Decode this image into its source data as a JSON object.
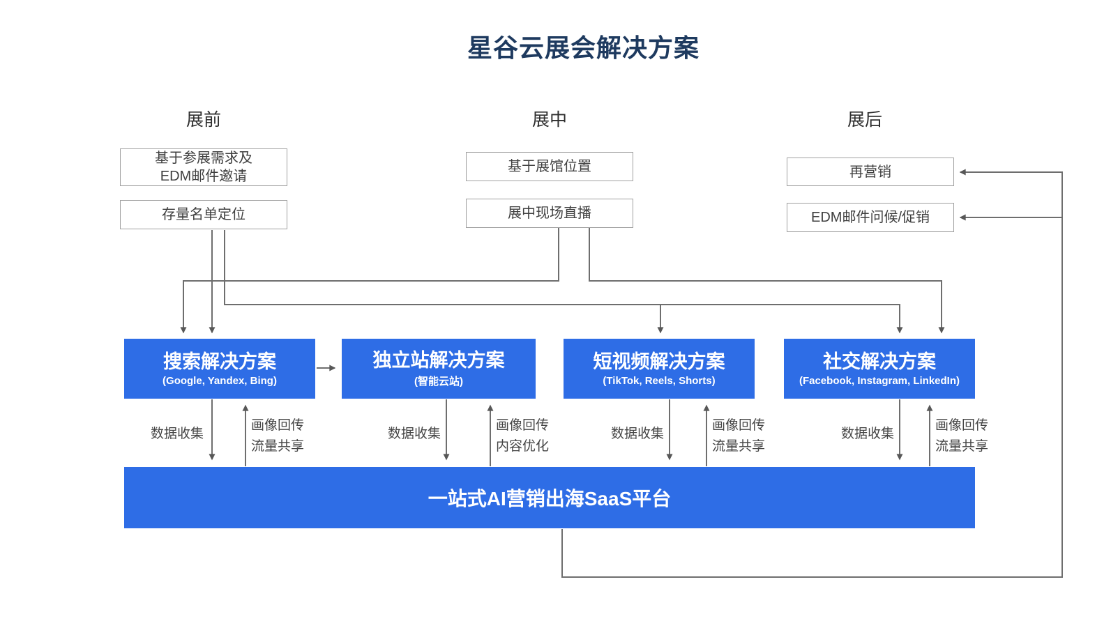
{
  "title": "星谷云展会解决方案",
  "colors": {
    "accent_blue": "#2e6de6",
    "title_navy": "#1e3a5f",
    "connector_gray": "#6e6e6e",
    "box_border_gray": "#a0a0a0"
  },
  "stages": [
    {
      "label": "展前",
      "box1": "基于参展需求及\nEDM邮件邀请",
      "box2": "存量名单定位"
    },
    {
      "label": "展中",
      "box1": "基于展馆位置",
      "box2": "展中现场直播"
    },
    {
      "label": "展后",
      "box1": "再营销",
      "box2": "EDM邮件问候/促销"
    }
  ],
  "solutions": [
    {
      "name": "搜索解决方案",
      "channels": "(Google, Yandex, Bing)"
    },
    {
      "name": "独立站解决方案",
      "channels": "(智能云站)"
    },
    {
      "name": "短视频解决方案",
      "channels": "(TikTok, Reels, Shorts)"
    },
    {
      "name": "社交解决方案",
      "channels": "(Facebook, Instagram, LinkedIn)"
    }
  ],
  "data_flows": [
    {
      "down": "数据收集",
      "up": "画像回传\n流量共享"
    },
    {
      "down": "数据收集",
      "up": "画像回传\n内容优化"
    },
    {
      "down": "数据收集",
      "up": "画像回传\n流量共享"
    },
    {
      "down": "数据收集",
      "up": "画像回传\n流量共享"
    }
  ],
  "platform": "一站式AI营销出海SaaS平台"
}
